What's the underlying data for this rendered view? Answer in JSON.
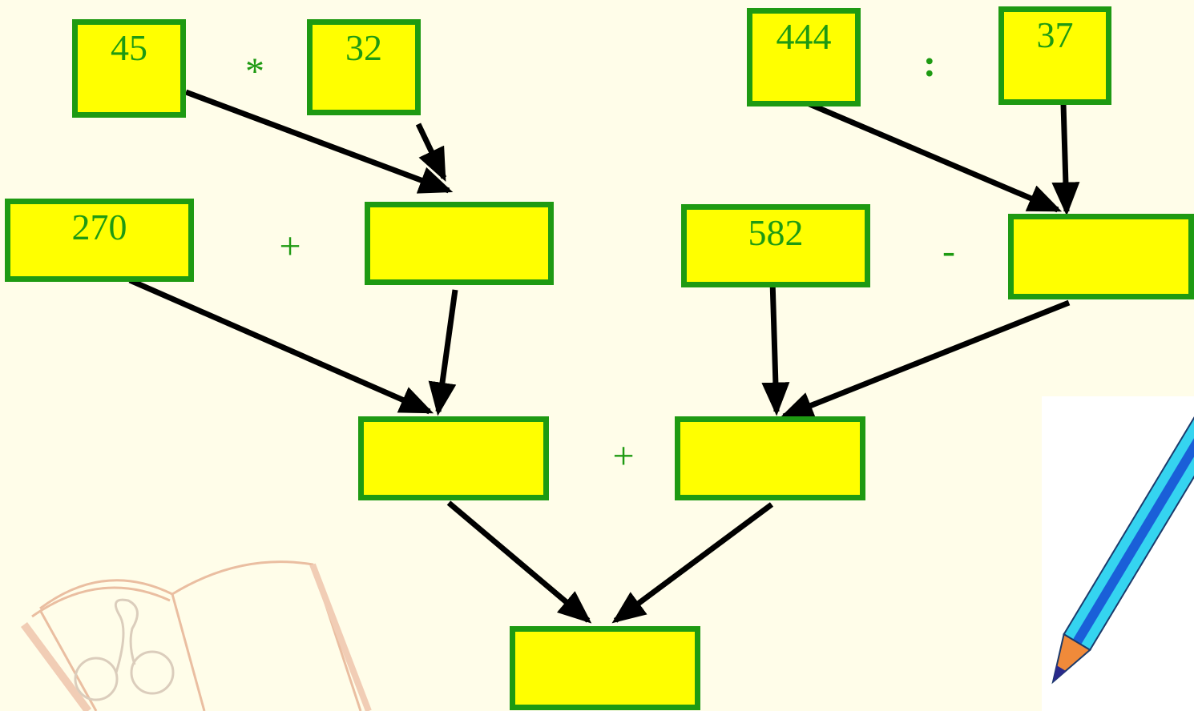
{
  "colors": {
    "background": "#fffde9",
    "box_fill": "#ffff00",
    "box_border": "#1e9a12",
    "text": "#1e9a12",
    "arrow": "#000000"
  },
  "boxes": {
    "a": {
      "value": "45"
    },
    "b": {
      "value": "32"
    },
    "c": {
      "value": "444"
    },
    "d": {
      "value": "37"
    },
    "e": {
      "value": "270"
    },
    "f": {
      "value": ""
    },
    "g": {
      "value": "582"
    },
    "h": {
      "value": ""
    },
    "i": {
      "value": ""
    },
    "j": {
      "value": ""
    },
    "k": {
      "value": ""
    }
  },
  "operators": {
    "op1": "*",
    "op2": ":",
    "op3": "+",
    "op4": "-",
    "op5": "+"
  },
  "decor": {
    "book_icon": "book-with-glasses-icon",
    "pencil_icon": "pencil-icon"
  }
}
